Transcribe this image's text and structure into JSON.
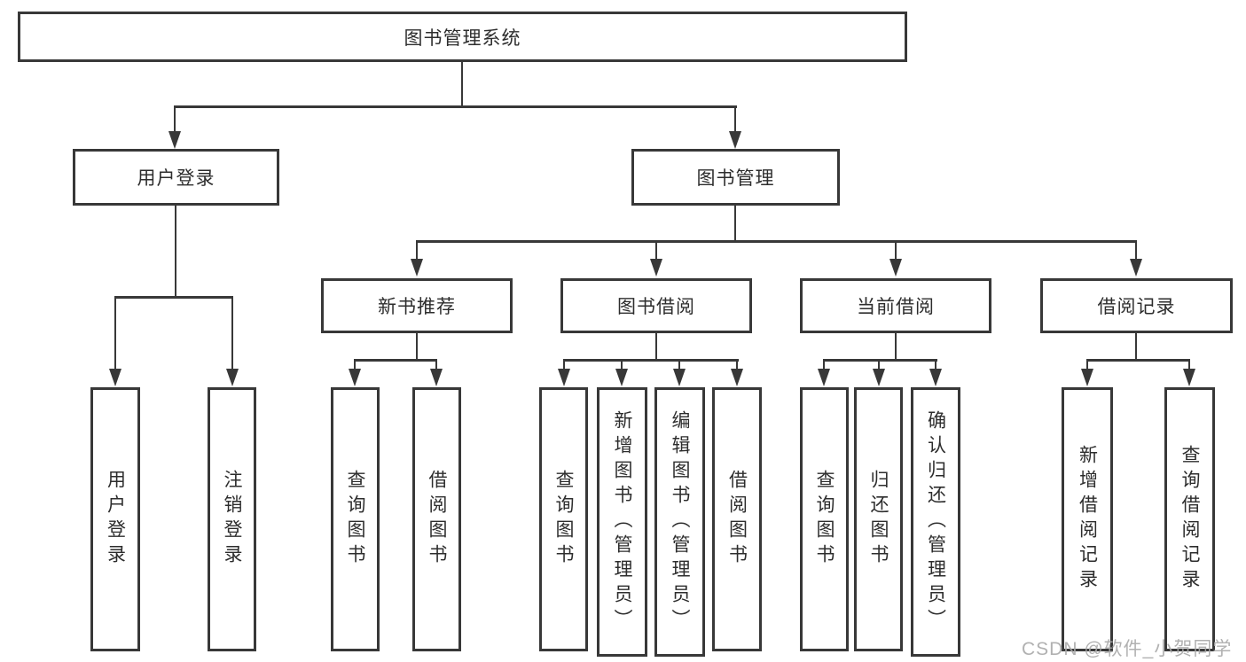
{
  "tree": {
    "root": {
      "label": "图书管理系统"
    },
    "branches": [
      {
        "label": "用户登录",
        "children": [
          {
            "label": "用户登录"
          },
          {
            "label": "注销登录"
          }
        ]
      },
      {
        "label": "图书管理",
        "sections": [
          {
            "label": "新书推荐",
            "children": [
              {
                "label": "查询图书"
              },
              {
                "label": "借阅图书"
              }
            ]
          },
          {
            "label": "图书借阅",
            "children": [
              {
                "label": "查询图书"
              },
              {
                "label": "新增图书（管理员）"
              },
              {
                "label": "编辑图书（管理员）"
              },
              {
                "label": "借阅图书"
              }
            ]
          },
          {
            "label": "当前借阅",
            "children": [
              {
                "label": "查询图书"
              },
              {
                "label": "归还图书"
              },
              {
                "label": "确认归还（管理员）"
              }
            ]
          },
          {
            "label": "借阅记录",
            "children": [
              {
                "label": "新增借阅记录"
              },
              {
                "label": "查询借阅记录"
              }
            ]
          }
        ]
      }
    ]
  },
  "watermark": {
    "text": "CSDN @软件_小贺同学"
  },
  "colors": {
    "line": "#383838",
    "text": "#2d2d2d",
    "box_background": "#ffffff",
    "watermark": "#a8a8a8",
    "background": "#ffffff"
  }
}
